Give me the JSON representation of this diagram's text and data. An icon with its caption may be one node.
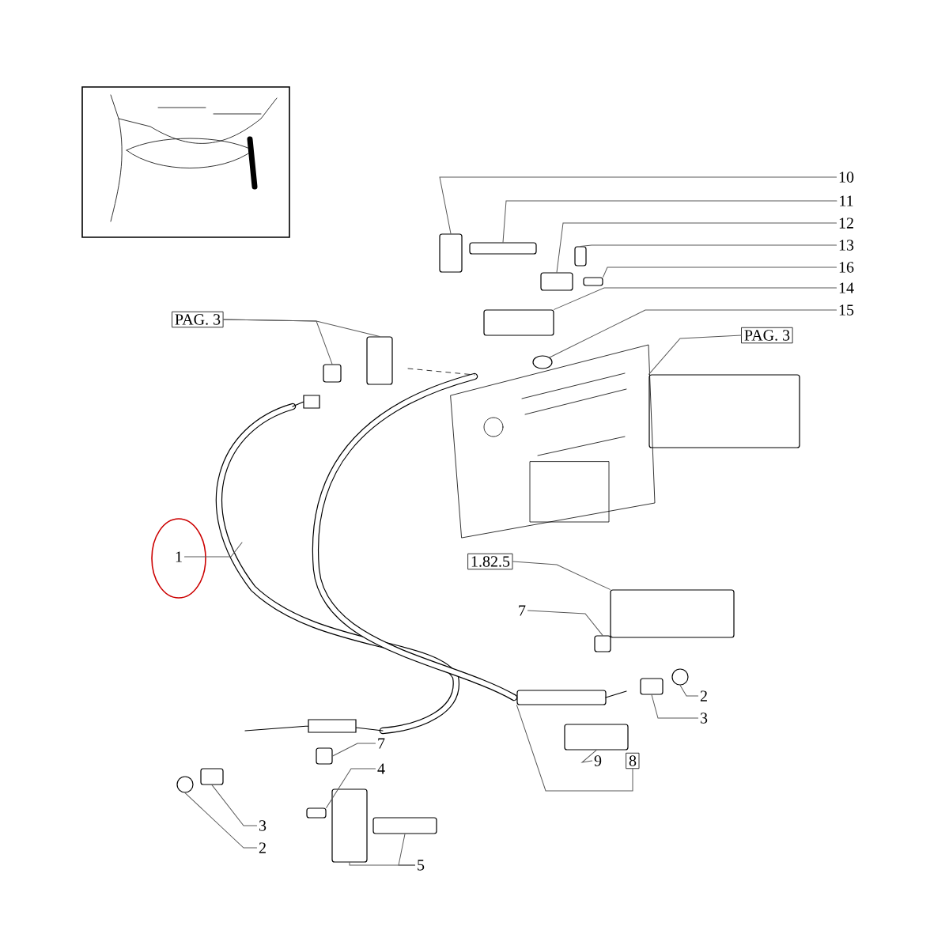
{
  "diagram": {
    "nodes": [
      {
        "text": [
          "10"
        ]
      },
      {
        "text": [],
        "shape": "box"
      },
      {
        "text": [
          "11"
        ]
      },
      {
        "text": [],
        "shape": "box"
      },
      {
        "text": [
          "12"
        ]
      },
      {
        "text": [],
        "shape": "box"
      },
      {
        "text": [
          "13"
        ]
      },
      {
        "text": [],
        "shape": "box"
      },
      {
        "text": [
          "16"
        ]
      },
      {
        "text": [],
        "shape": "box"
      },
      {
        "text": [
          "14"
        ]
      },
      {
        "text": [],
        "shape": "box"
      },
      {
        "text": [
          "15"
        ]
      },
      {
        "text": [],
        "shape": "circle"
      },
      {
        "text": [
          "PAG. 3"
        ]
      },
      {
        "text": [],
        "shape": "box"
      },
      {
        "text": [
          "PAG. 3"
        ]
      },
      {
        "text": [],
        "shape": "box"
      },
      {
        "text": [],
        "shape": "box"
      },
      {
        "text": [
          "1"
        ]
      },
      {
        "text": [
          "1.82.5"
        ]
      },
      {
        "text": [],
        "shape": "box"
      },
      {
        "text": [
          "7"
        ]
      },
      {
        "text": [],
        "shape": "box"
      },
      {
        "text": [
          "2"
        ]
      },
      {
        "text": [],
        "shape": "circle"
      },
      {
        "text": [
          "3"
        ]
      },
      {
        "text": [],
        "shape": "box"
      },
      {
        "text": [
          "9"
        ]
      },
      {
        "text": [
          "8"
        ]
      },
      {
        "text": [],
        "shape": "box"
      },
      {
        "text": [],
        "shape": "box"
      },
      {
        "text": [
          "7"
        ]
      },
      {
        "text": [],
        "shape": "box"
      },
      {
        "text": [
          "4"
        ]
      },
      {
        "text": [],
        "shape": "box"
      },
      {
        "text": [
          "3"
        ]
      },
      {
        "text": [],
        "shape": "box"
      },
      {
        "text": [
          "2"
        ]
      },
      {
        "text": [],
        "shape": "circle"
      },
      {
        "text": [
          "5"
        ]
      },
      {
        "text": [],
        "shape": "box"
      },
      {
        "text": [],
        "shape": "box"
      }
    ],
    "edges": [
      {
        "from": 0,
        "to": 1,
        "arrow": "none"
      },
      {
        "from": 2,
        "to": 3,
        "arrow": "none"
      },
      {
        "from": 4,
        "to": 5,
        "arrow": "none"
      },
      {
        "from": 6,
        "to": 7,
        "arrow": "none"
      },
      {
        "from": 8,
        "to": 9,
        "arrow": "none"
      },
      {
        "from": 10,
        "to": 11,
        "arrow": "none"
      },
      {
        "from": 12,
        "to": 13,
        "arrow": "none"
      },
      {
        "from": 14,
        "to": 15,
        "arrow": "none"
      },
      {
        "from": 16,
        "to": 17,
        "arrow": "none"
      },
      {
        "from": 16,
        "to": 18,
        "arrow": "none"
      },
      {
        "from": 19,
        "to": null,
        "arrow": "none"
      },
      {
        "from": 20,
        "to": 21,
        "arrow": "none"
      },
      {
        "from": 22,
        "to": 23,
        "arrow": "none"
      },
      {
        "from": 24,
        "to": 25,
        "arrow": "none"
      },
      {
        "from": 26,
        "to": 27,
        "arrow": "none"
      },
      {
        "from": 28,
        "to": 30,
        "arrow": "none"
      },
      {
        "from": 29,
        "to": 31,
        "arrow": "none"
      },
      {
        "from": 32,
        "to": 33,
        "arrow": "none"
      },
      {
        "from": 34,
        "to": 35,
        "arrow": "none"
      },
      {
        "from": 36,
        "to": 37,
        "arrow": "none"
      },
      {
        "from": 38,
        "to": 39,
        "arrow": "none"
      },
      {
        "from": 40,
        "to": 42,
        "arrow": "none"
      },
      {
        "from": 40,
        "to": 41,
        "arrow": "none"
      }
    ]
  }
}
